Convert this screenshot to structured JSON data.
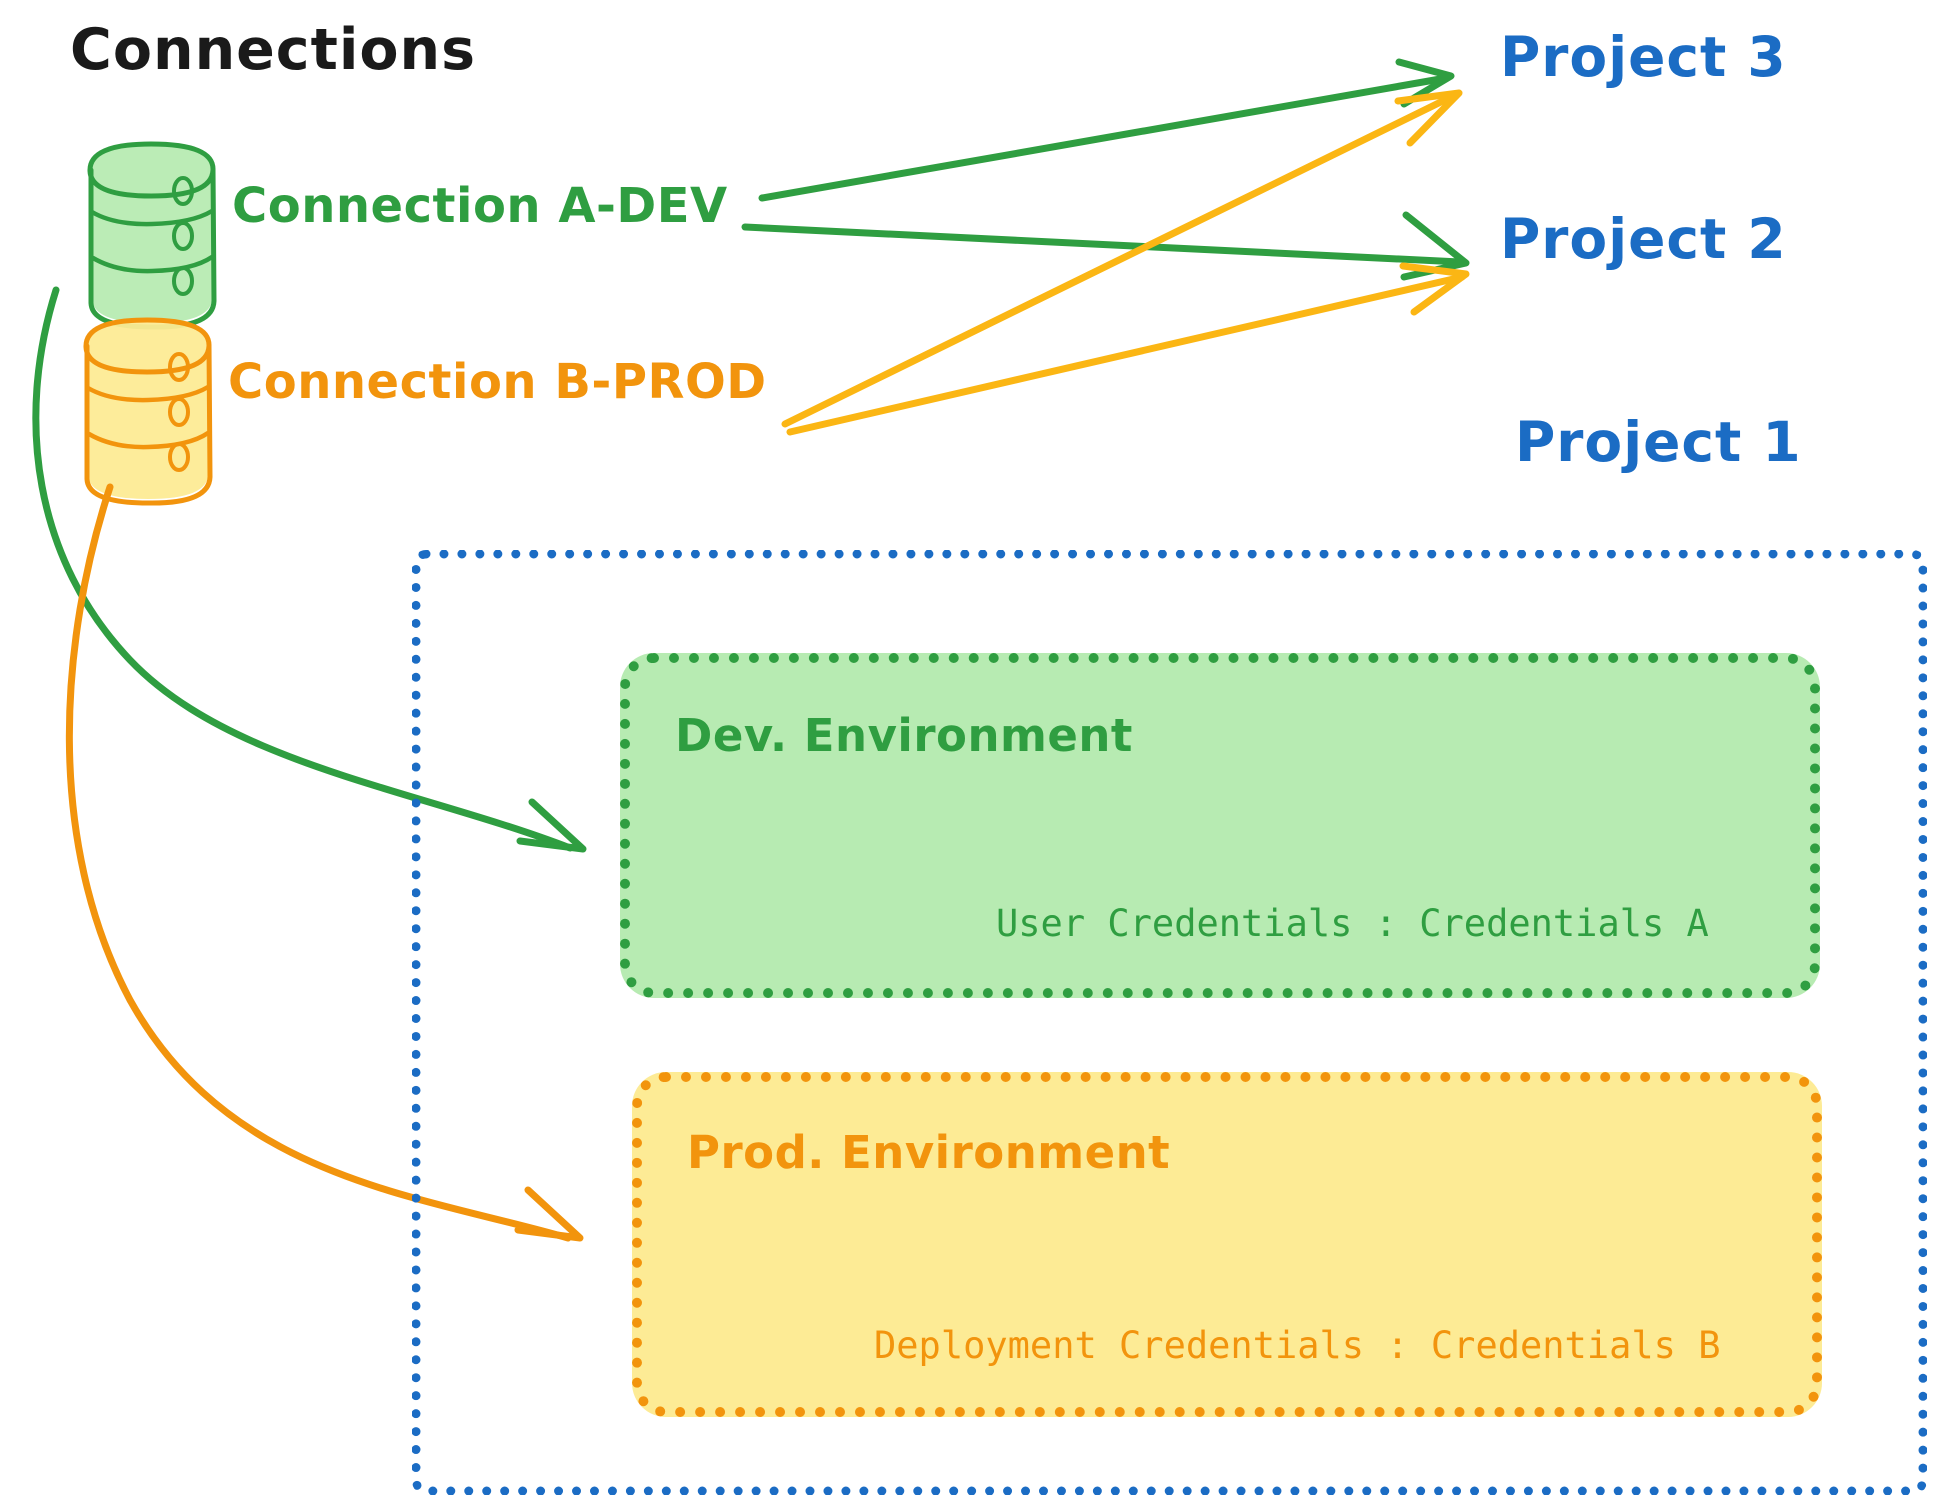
{
  "diagram": {
    "title": "Connections",
    "colors": {
      "green_stroke": "#2f9e41",
      "green_fill": "#b7ebb2",
      "orange_stroke": "#f2940d",
      "orange_fill": "#fdeb95",
      "blue": "#1b6cc4",
      "title_black": "#1a1a1a",
      "background": "#ffffff"
    },
    "connections": [
      {
        "id": "conn-a-dev",
        "label": "Connection A-DEV",
        "icon": "database-cylinder-icon",
        "color": "#2f9e41"
      },
      {
        "id": "conn-b-prod",
        "label": "Connection B-PROD",
        "icon": "database-cylinder-icon",
        "color": "#f2940d"
      }
    ],
    "projects": [
      {
        "id": "project-3",
        "label": "Project 3"
      },
      {
        "id": "project-2",
        "label": "Project 2"
      },
      {
        "id": "project-1",
        "label": "Project 1"
      }
    ],
    "environments": [
      {
        "id": "dev-environment",
        "title": "Dev. Environment",
        "credential_label": "User Credentials : Credentials A",
        "color": "#2f9e41"
      },
      {
        "id": "prod-environment",
        "title": "Prod. Environment",
        "credential_label": "Deployment Credentials : Credentials B",
        "color": "#f2940d"
      }
    ],
    "edges": [
      {
        "from": "conn-a-dev",
        "to": "project-3",
        "color": "#2f9e41",
        "style": "straight-arrow"
      },
      {
        "from": "conn-a-dev",
        "to": "project-2",
        "color": "#2f9e41",
        "style": "straight-arrow"
      },
      {
        "from": "conn-a-dev",
        "to": "dev-environment",
        "color": "#2f9e41",
        "style": "curved-arrow"
      },
      {
        "from": "conn-b-prod",
        "to": "project-3",
        "color": "#f2940d",
        "style": "straight-arrow"
      },
      {
        "from": "conn-b-prod",
        "to": "project-2",
        "color": "#f2940d",
        "style": "straight-arrow"
      },
      {
        "from": "conn-b-prod",
        "to": "prod-environment",
        "color": "#f2940d",
        "style": "curved-arrow"
      }
    ]
  }
}
